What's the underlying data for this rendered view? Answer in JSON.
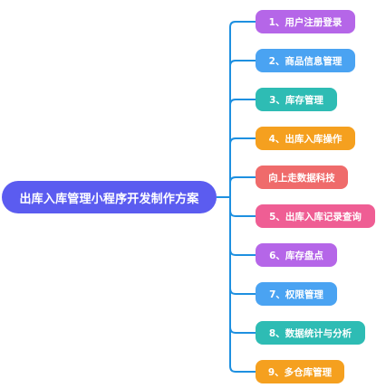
{
  "root": {
    "label": "出库入库管理小程序开发制作方案",
    "color": "#5b5cf0"
  },
  "line_color": "#1e90e0",
  "branches": [
    {
      "label": "1、用户注册登录",
      "color": "#b566e8"
    },
    {
      "label": "2、商品信息管理",
      "color": "#4aa3f2"
    },
    {
      "label": "3、库存管理",
      "color": "#2ebcb4"
    },
    {
      "label": "4、出库入库操作",
      "color": "#f5a01f"
    },
    {
      "label": "向上走数据科技",
      "color": "#ef6b6b"
    },
    {
      "label": "5、出库入库记录查询",
      "color": "#ef5e94"
    },
    {
      "label": "6、库存盘点",
      "color": "#b566e8"
    },
    {
      "label": "7、权限管理",
      "color": "#4aa3f2"
    },
    {
      "label": "8、数据统计与分析",
      "color": "#2ebcb4"
    },
    {
      "label": "9、多仓库管理",
      "color": "#f5a01f"
    }
  ]
}
